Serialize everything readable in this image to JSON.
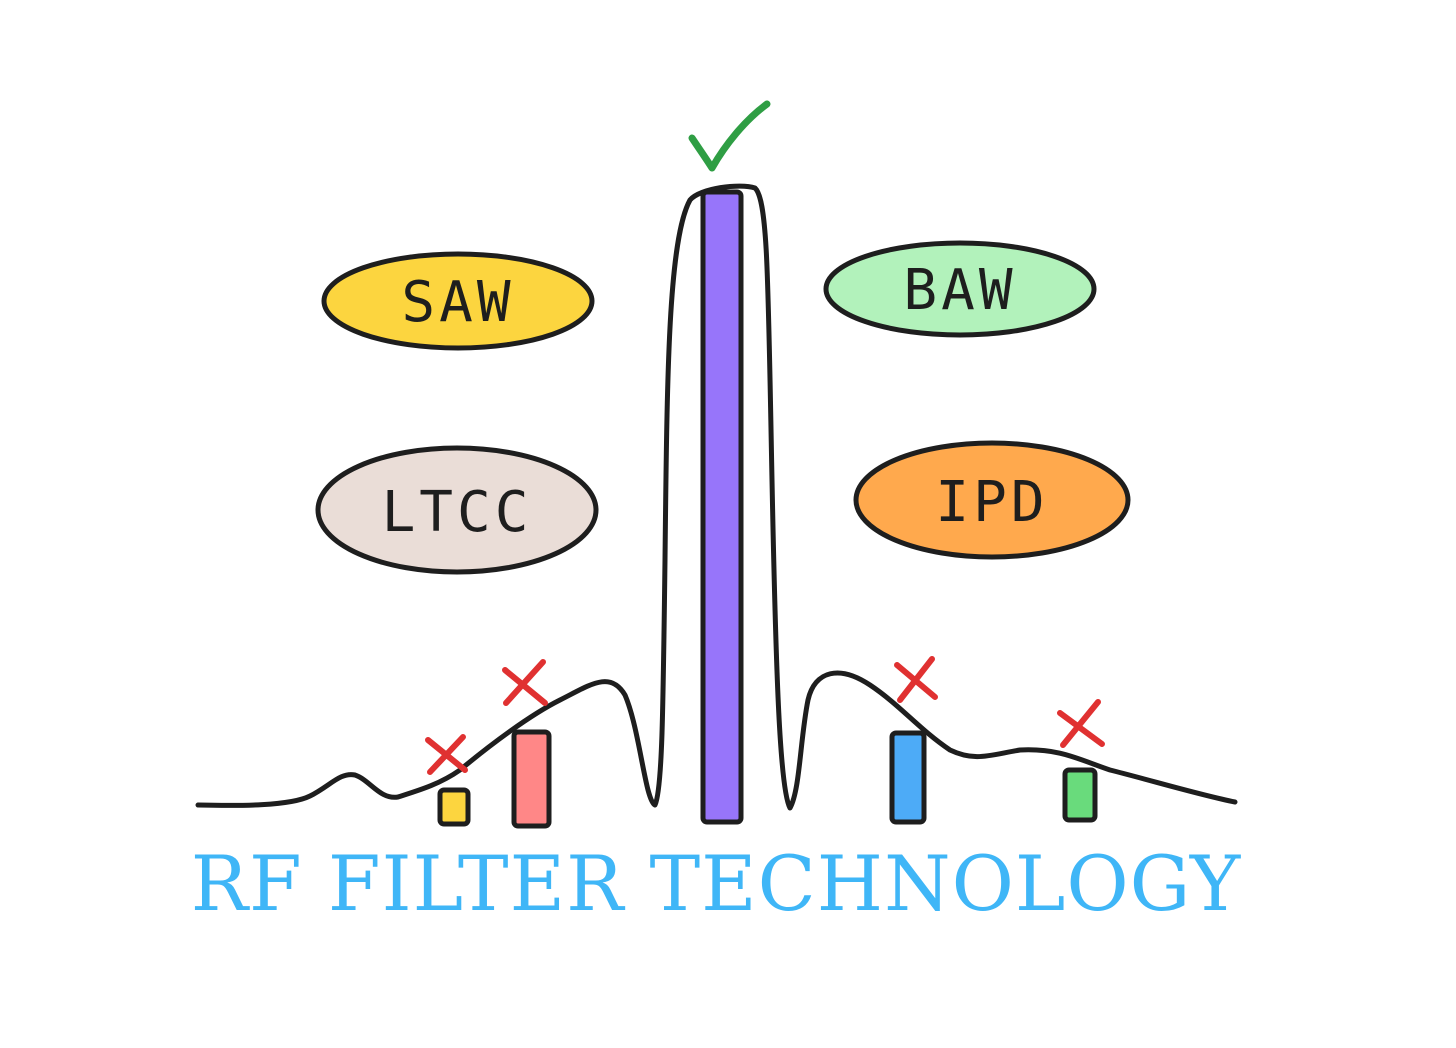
{
  "title": "RF FILTER TECHNOLOGY",
  "technologies": [
    {
      "label": "SAW",
      "fill": "#fcd53f"
    },
    {
      "label": "BAW",
      "fill": "#b2f2bb"
    },
    {
      "label": "LTCC",
      "fill": "#eaddd7"
    },
    {
      "label": "IPD",
      "fill": "#ffa94d"
    }
  ],
  "bars": [
    {
      "color": "#fcd53f",
      "status": "rejected"
    },
    {
      "color": "#ff8787",
      "status": "rejected"
    },
    {
      "color": "#9775fa",
      "status": "selected"
    },
    {
      "color": "#4dabf7",
      "status": "rejected"
    },
    {
      "color": "#69db7c",
      "status": "rejected"
    }
  ],
  "colors": {
    "title": "#3fb6f7",
    "stroke": "#1e1e1e",
    "check": "#2f9e44",
    "cross": "#e03131"
  },
  "icons": {
    "selected": "check-mark-icon",
    "rejected": "cross-mark-icon"
  }
}
